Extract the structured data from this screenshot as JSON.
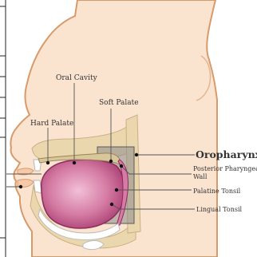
{
  "labels": {
    "oral_cavity": "Oral Cavity",
    "soft_palate": "Soft Palate",
    "hard_palate": "Hard Palate",
    "oropharynx": "Oropharynx",
    "posterior_pharyngeal_wall_line1": "Posterior Pharyngeal",
    "posterior_pharyngeal_wall_line2": "Wall",
    "palatine_tonsil": "Palatine Tonsil",
    "lingual_tonsil": "Lingual Tonsil"
  },
  "colors": {
    "skin": "#fbe4cf",
    "skin_outline": "#d79a6b",
    "tissue": "#ead7ae",
    "oropharynx_highlight": "#7f7f7f",
    "tongue": "#b8437a",
    "tongue_light": "#e9a6c4",
    "label_text": "#333333",
    "leader_line": "#555555"
  },
  "icons": {
    "marker": "dot"
  }
}
